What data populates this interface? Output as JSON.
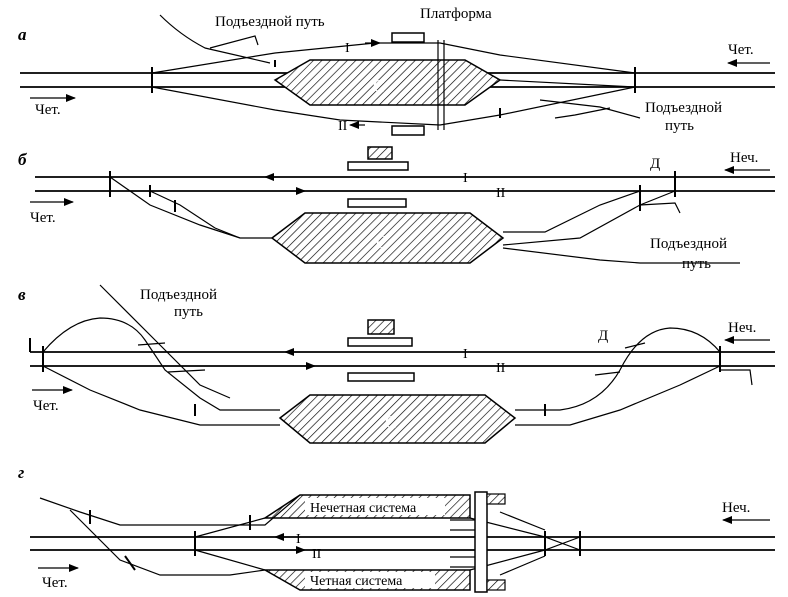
{
  "panels": [
    {
      "letter": "а",
      "labels": {
        "siding": "Подъездной путь",
        "platform": "Платформа",
        "siding_right_1": "Подъездной",
        "siding_right_2": "путь",
        "track_1": "I",
        "track_2": "II",
        "yard": "С",
        "dir_left": "Чет.",
        "dir_right": "Чет."
      }
    },
    {
      "letter": "б",
      "labels": {
        "track_1": "I",
        "track_2": "II",
        "yard": "С",
        "depot": "Д",
        "dir_left": "Чет.",
        "dir_right": "Неч.",
        "siding_1": "Подъездной",
        "siding_2": "путь"
      }
    },
    {
      "letter": "в",
      "labels": {
        "siding_1": "Подъездной",
        "siding_2": "путь",
        "track_1": "I",
        "track_2": "II",
        "yard": "С",
        "depot": "Д",
        "dir_left": "Чет.",
        "dir_right": "Неч."
      }
    },
    {
      "letter": "г",
      "labels": {
        "odd_system": "Нечетная система",
        "even_system": "Четная система",
        "track_1": "I",
        "track_2": "II",
        "dir_left": "Чет.",
        "dir_right": "Неч."
      }
    }
  ]
}
